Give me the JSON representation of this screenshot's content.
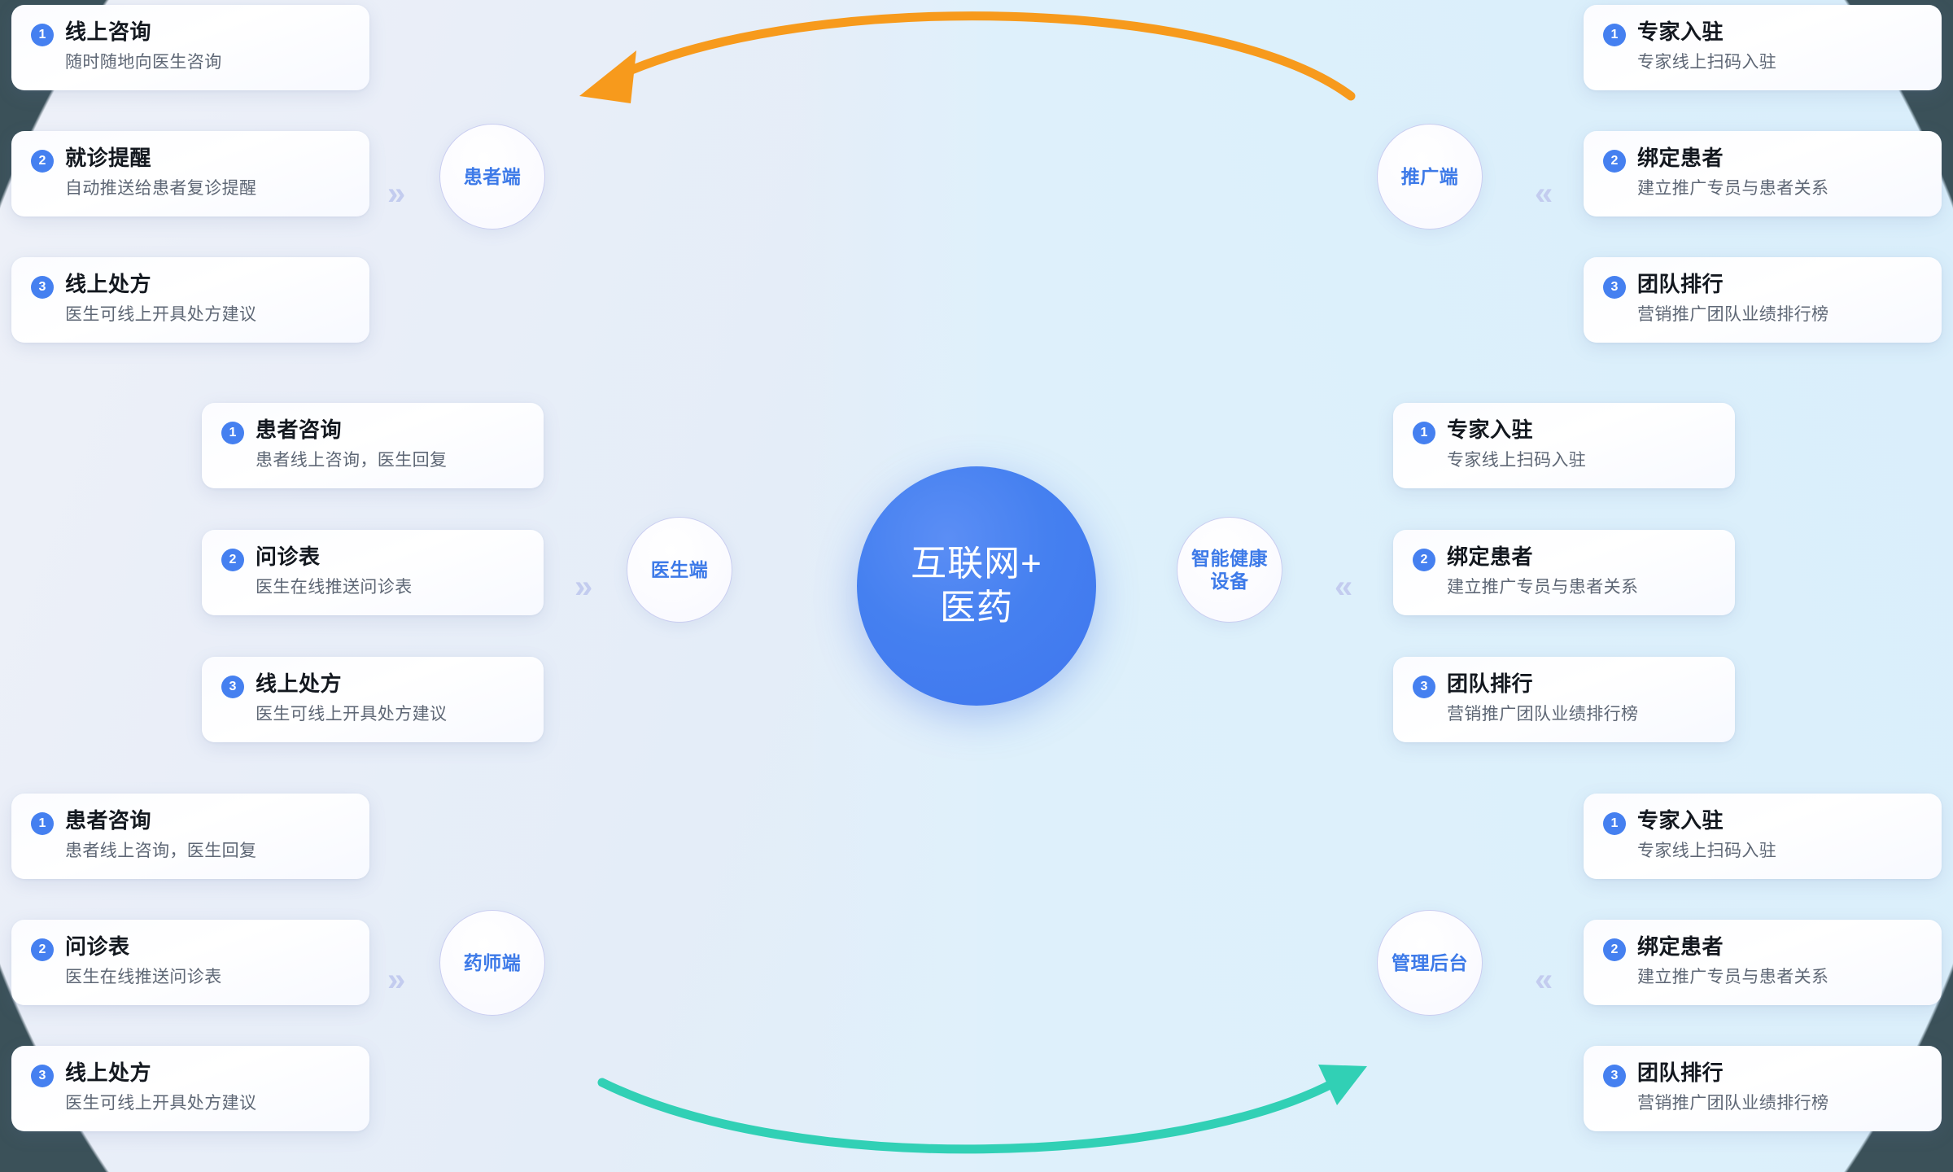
{
  "theme": {
    "accent": "#4580f0",
    "hub_fill": "#4580f0",
    "node_text": "#3d7ae8",
    "arrow_orange": "#f79a1c",
    "arrow_teal": "#31d0b5",
    "card_bg": "#ffffff",
    "left_panel_bg": "#e9eef8",
    "right_panel_bg": "#ddf0fb",
    "backdrop": "#3b5159",
    "chevron": "#c3ccef"
  },
  "hub": {
    "line1": "互联网+",
    "line2": "医药"
  },
  "nodes": [
    {
      "id": "patient",
      "label_line1": "患者端",
      "label_line2": "",
      "chevron": "»"
    },
    {
      "id": "promoter",
      "label_line1": "推广端",
      "label_line2": "",
      "chevron": "«"
    },
    {
      "id": "doctor",
      "label_line1": "医生端",
      "label_line2": "",
      "chevron": "»"
    },
    {
      "id": "smartdev",
      "label_line1": "智能健康",
      "label_line2": "设备",
      "chevron": "«"
    },
    {
      "id": "pharmacist",
      "label_line1": "药师端",
      "label_line2": "",
      "chevron": "»"
    },
    {
      "id": "admin",
      "label_line1": "管理后台",
      "label_line2": "",
      "chevron": "«"
    }
  ],
  "groups": {
    "patient": {
      "cards": [
        {
          "num": "1",
          "title": "线上咨询",
          "sub": "随时随地向医生咨询"
        },
        {
          "num": "2",
          "title": "就诊提醒",
          "sub": "自动推送给患者复诊提醒"
        },
        {
          "num": "3",
          "title": "线上处方",
          "sub": "医生可线上开具处方建议"
        }
      ]
    },
    "doctor": {
      "cards": [
        {
          "num": "1",
          "title": "患者咨询",
          "sub": "患者线上咨询，医生回复"
        },
        {
          "num": "2",
          "title": "问诊表",
          "sub": "医生在线推送问诊表"
        },
        {
          "num": "3",
          "title": "线上处方",
          "sub": "医生可线上开具处方建议"
        }
      ]
    },
    "pharmacist": {
      "cards": [
        {
          "num": "1",
          "title": "患者咨询",
          "sub": "患者线上咨询，医生回复"
        },
        {
          "num": "2",
          "title": "问诊表",
          "sub": "医生在线推送问诊表"
        },
        {
          "num": "3",
          "title": "线上处方",
          "sub": "医生可线上开具处方建议"
        }
      ]
    },
    "promoter": {
      "cards": [
        {
          "num": "1",
          "title": "专家入驻",
          "sub": "专家线上扫码入驻"
        },
        {
          "num": "2",
          "title": "绑定患者",
          "sub": "建立推广专员与患者关系"
        },
        {
          "num": "3",
          "title": "团队排行",
          "sub": "营销推广团队业绩排行榜"
        }
      ]
    },
    "smartdev": {
      "cards": [
        {
          "num": "1",
          "title": "专家入驻",
          "sub": "专家线上扫码入驻"
        },
        {
          "num": "2",
          "title": "绑定患者",
          "sub": "建立推广专员与患者关系"
        },
        {
          "num": "3",
          "title": "团队排行",
          "sub": "营销推广团队业绩排行榜"
        }
      ]
    },
    "admin": {
      "cards": [
        {
          "num": "1",
          "title": "专家入驻",
          "sub": "专家线上扫码入驻"
        },
        {
          "num": "2",
          "title": "绑定患者",
          "sub": "建立推广专员与患者关系"
        },
        {
          "num": "3",
          "title": "团队排行",
          "sub": "营销推广团队业绩排行榜"
        }
      ]
    }
  },
  "arrows": [
    {
      "id": "top-arc",
      "color": "#f79a1c",
      "direction": "right-to-left"
    },
    {
      "id": "bottom-arc",
      "color": "#31d0b5",
      "direction": "left-to-right"
    }
  ]
}
